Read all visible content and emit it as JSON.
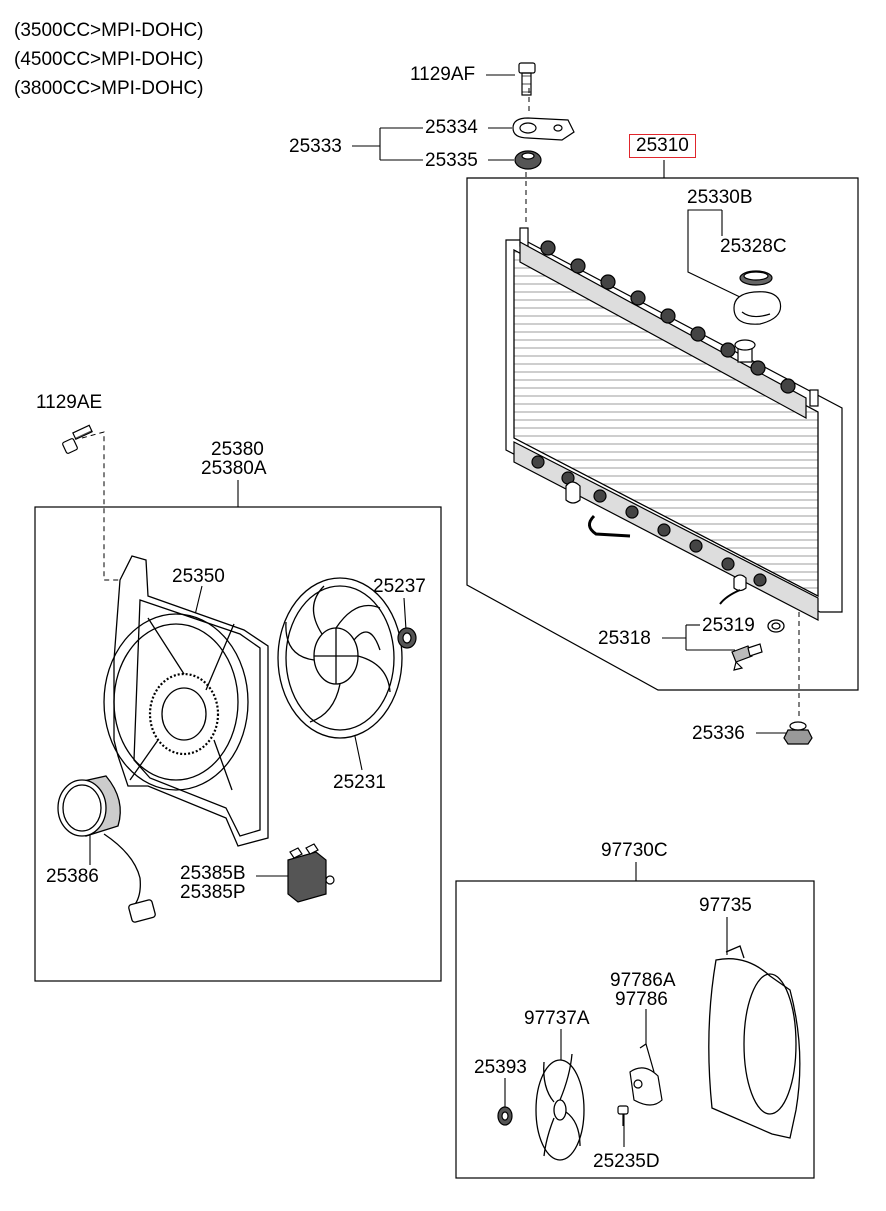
{
  "notes": [
    "(3500CC>MPI-DOHC)",
    "(4500CC>MPI-DOHC)",
    "(3800CC>MPI-DOHC)"
  ],
  "highlight_color": "#e0262c",
  "labels": {
    "p1129AF": "1129AF",
    "p25333": "25333",
    "p25334": "25334",
    "p25335": "25335",
    "p25310": "25310",
    "p25330B": "25330B",
    "p25328C": "25328C",
    "p1129AE": "1129AE",
    "p25380": "25380",
    "p25380A": "25380A",
    "p25350": "25350",
    "p25237": "25237",
    "p25231": "25231",
    "p25318": "25318",
    "p25319": "25319",
    "p25336": "25336",
    "p25386": "25386",
    "p25385B": "25385B",
    "p25385P": "25385P",
    "p97730C": "97730C",
    "p97735": "97735",
    "p97786A": "97786A",
    "p97786": "97786",
    "p97737A": "97737A",
    "p25393": "25393",
    "p25235D": "25235D"
  }
}
